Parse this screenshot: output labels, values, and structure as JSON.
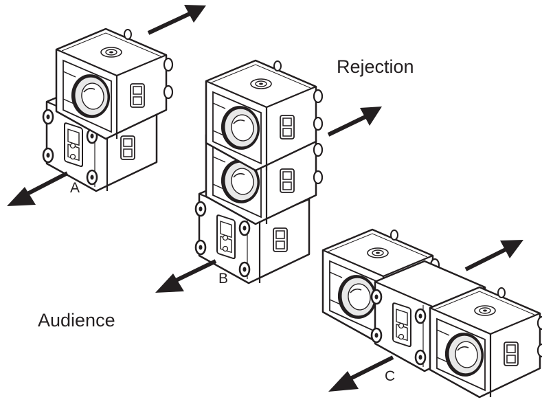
{
  "labels": {
    "rejection": "Rejection",
    "audience": "Audience",
    "config_a": "A",
    "config_b": "B",
    "config_c": "C"
  },
  "colors": {
    "ink": "#231f20",
    "fill": "#ffffff",
    "cone": "#e8e8e8"
  }
}
